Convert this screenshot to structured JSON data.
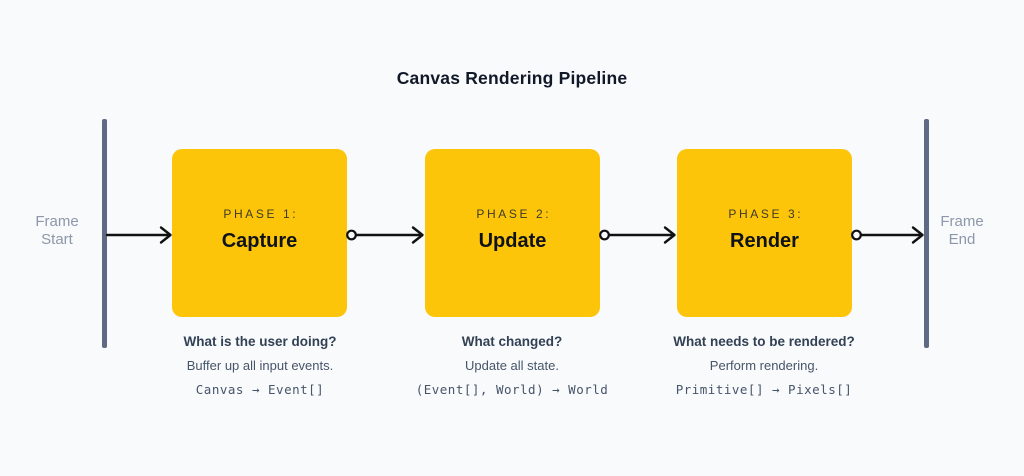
{
  "title": "Canvas Rendering Pipeline",
  "frame_start": {
    "line1": "Frame",
    "line2": "Start"
  },
  "frame_end": {
    "line1": "Frame",
    "line2": "End"
  },
  "phases": [
    {
      "label": "PHASE 1:",
      "name": "Capture",
      "question": "What is the user doing?",
      "description": "Buffer up all input events.",
      "signature": "Canvas → Event[]"
    },
    {
      "label": "PHASE 2:",
      "name": "Update",
      "question": "What changed?",
      "description": "Update all state.",
      "signature": "(Event[], World) → World"
    },
    {
      "label": "PHASE 3:",
      "name": "Render",
      "question": "What needs to be rendered?",
      "description": "Perform rendering.",
      "signature": "Primitive[] → Pixels[]"
    }
  ],
  "colors": {
    "background": "#F8FAFC",
    "box_fill": "#FDC50A",
    "frame_bar": "#5E6B82",
    "frame_label_text": "#8C97A9",
    "arrow_stroke": "#111111",
    "question_text": "#334155",
    "body_text": "#475569",
    "title_text": "#111827"
  }
}
